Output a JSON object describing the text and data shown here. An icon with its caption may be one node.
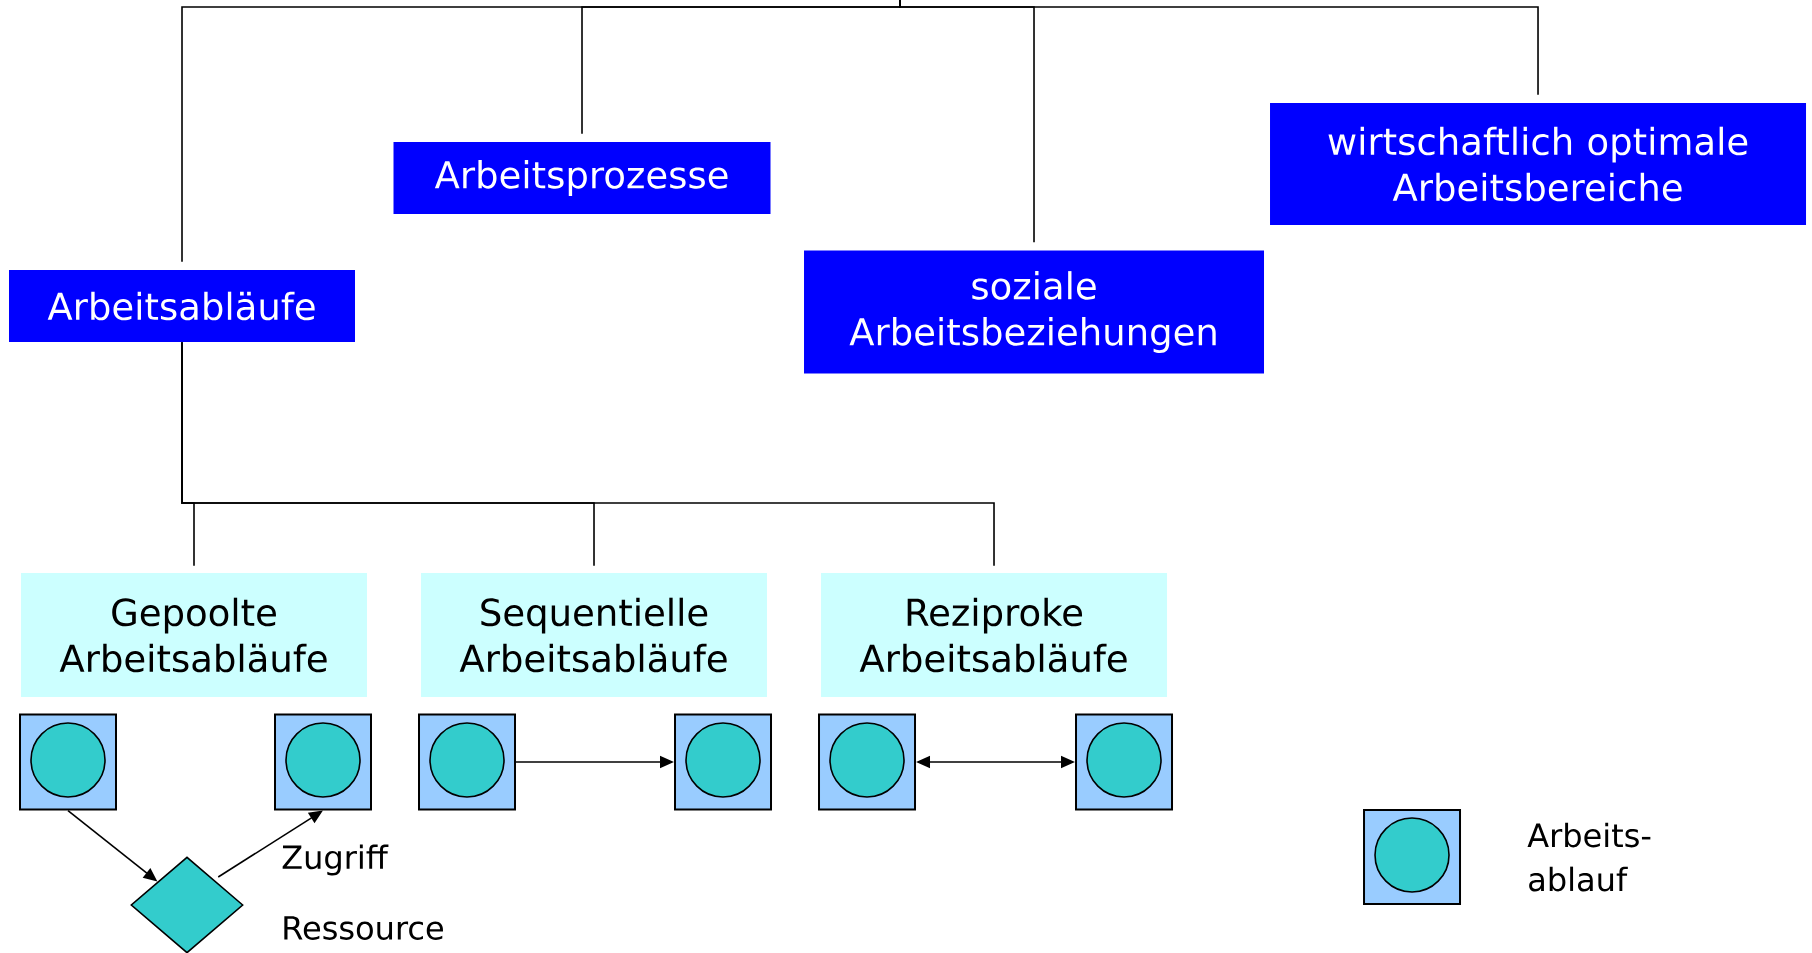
{
  "diagram": {
    "nodes": [
      {
        "text": [
          "Arbeitsabläufe"
        ]
      },
      {
        "text": [
          "Arbeitsprozesse"
        ]
      },
      {
        "text": [
          "soziale Arbeitsbeziehungen"
        ]
      },
      {
        "text": [
          "wirtschaftlich optimale Arbeitsbereiche"
        ]
      },
      {
        "text": [
          "Gepoolte Arbeitsabläufe"
        ]
      },
      {
        "text": [
          "Sequentielle Arbeitsabläufe"
        ]
      },
      {
        "text": [
          "Reziproke Arbeitsabläufe"
        ]
      },
      {
        "text": [],
        "shape": "box"
      },
      {
        "text": [],
        "shape": "box"
      },
      {
        "text": [],
        "shape": "box"
      },
      {
        "text": [],
        "shape": "box"
      },
      {
        "text": [],
        "shape": "box"
      },
      {
        "text": [],
        "shape": "box"
      },
      {
        "text": [],
        "shape": "diamond",
        "beside": [
          "Ressource"
        ]
      }
    ],
    "edges": [
      {
        "from": null,
        "to": 0,
        "arrow": "none"
      },
      {
        "from": null,
        "to": 1,
        "arrow": "none"
      },
      {
        "from": null,
        "to": 2,
        "arrow": "none"
      },
      {
        "from": null,
        "to": 3,
        "arrow": "none"
      },
      {
        "from": 0,
        "to": 4,
        "arrow": "none"
      },
      {
        "from": 0,
        "to": 5,
        "arrow": "none"
      },
      {
        "from": 0,
        "to": 6,
        "arrow": "none"
      },
      {
        "from": 7,
        "to": 13,
        "arrow": "to"
      },
      {
        "from": 13,
        "to": 8,
        "arrow": "to",
        "label": "Zugriff"
      },
      {
        "from": 9,
        "to": 10,
        "arrow": "to"
      },
      {
        "from": 11,
        "to": 12,
        "arrow": "both"
      }
    ],
    "legend": [
      {
        "text": "Arbeits- ablauf"
      }
    ]
  }
}
